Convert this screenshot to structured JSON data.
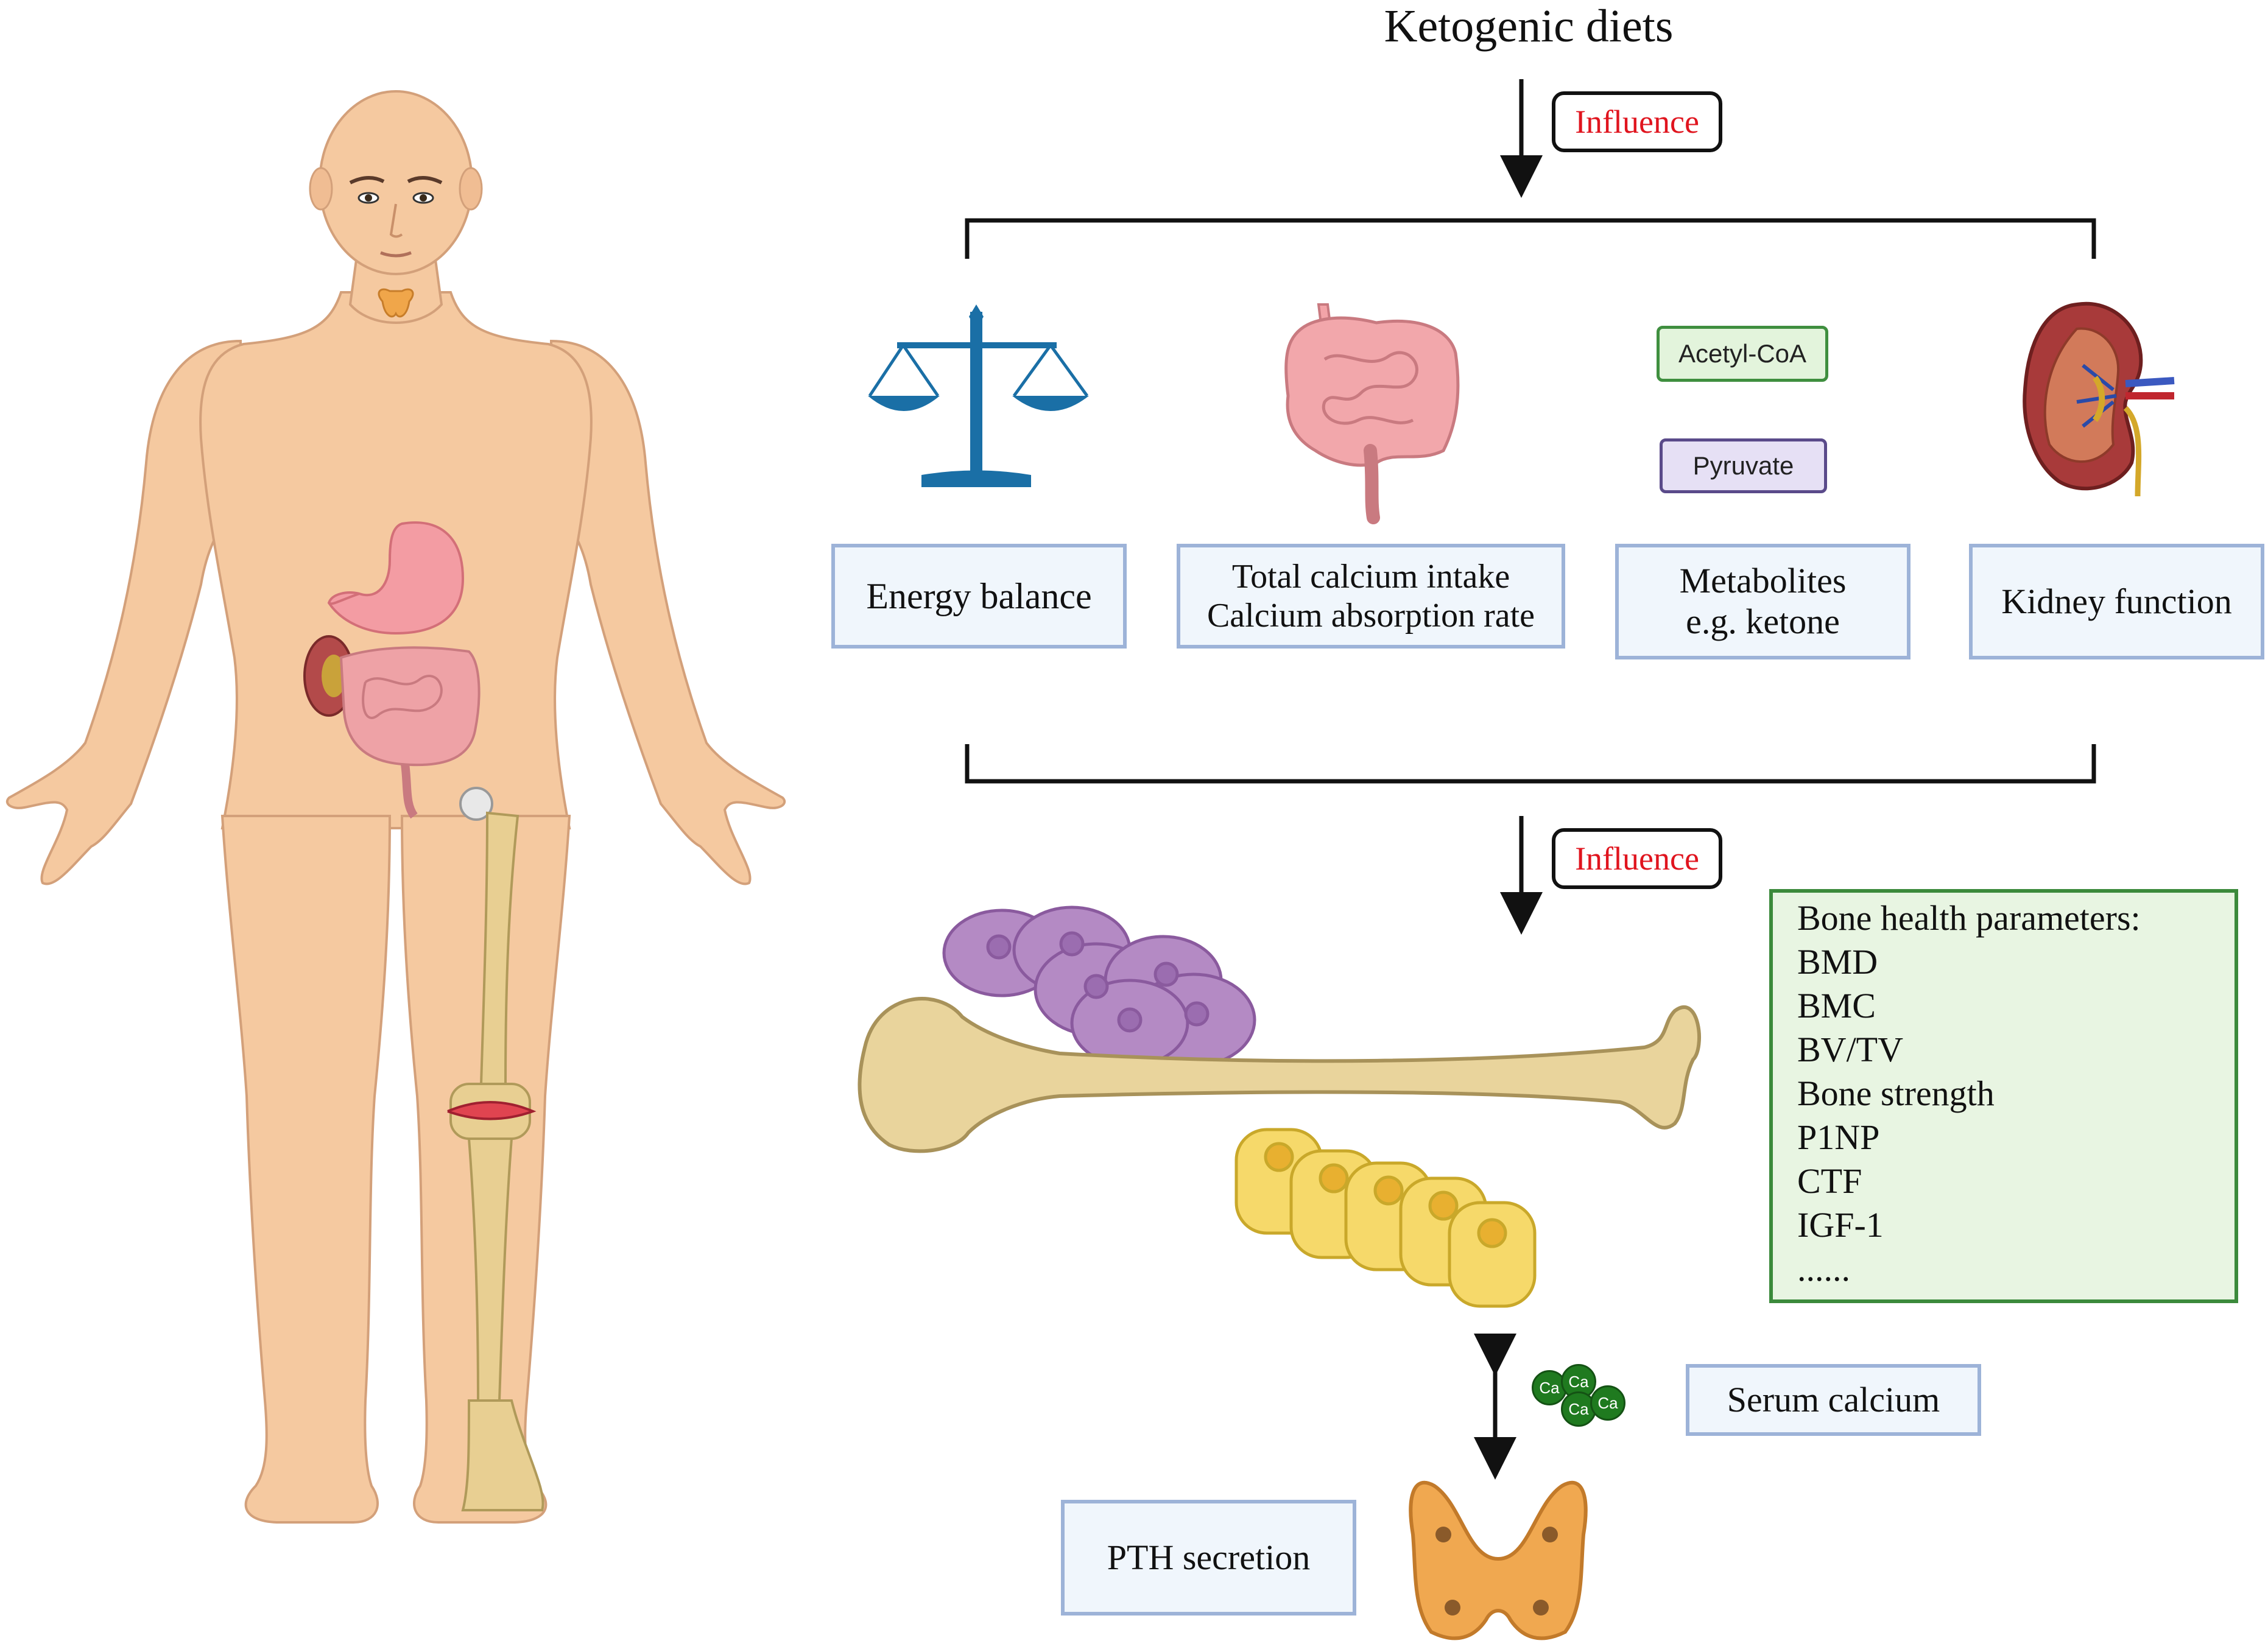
{
  "title": "Ketogenic diets",
  "influence_top": "Influence",
  "influence_bottom": "Influence",
  "factors": {
    "energy": "Energy balance",
    "calcium_line1": "Total calcium intake",
    "calcium_line2": "Calcium absorption rate",
    "metab_line1": "Metabolites",
    "metab_line2": "e.g. ketone",
    "kidney": "Kidney function"
  },
  "metabolites": {
    "acetyl": "Acetyl-CoA",
    "pyruvate": "Pyruvate"
  },
  "bone_params": {
    "heading": "Bone health parameters:",
    "items": [
      "BMD",
      "BMC",
      "BV/TV",
      "Bone strength",
      "P1NP",
      "CTF",
      "IGF-1",
      "......"
    ]
  },
  "serum_calcium": "Serum calcium",
  "pth_secretion": "PTH secretion",
  "calcium_ion_label": "Ca",
  "colors": {
    "influence_text": "#e0141e",
    "factor_border": "#9db3d8",
    "factor_fill": "#f0f6fc",
    "params_border": "#3b8a3b",
    "params_fill": "#e8f5e2",
    "acetyl_fill": "#e3f4dc",
    "acetyl_border": "#3f8f3f",
    "pyruvate_fill": "#e6e0f5",
    "pyruvate_border": "#5a4a8a",
    "calcium_ion": "#1f7a1f"
  }
}
